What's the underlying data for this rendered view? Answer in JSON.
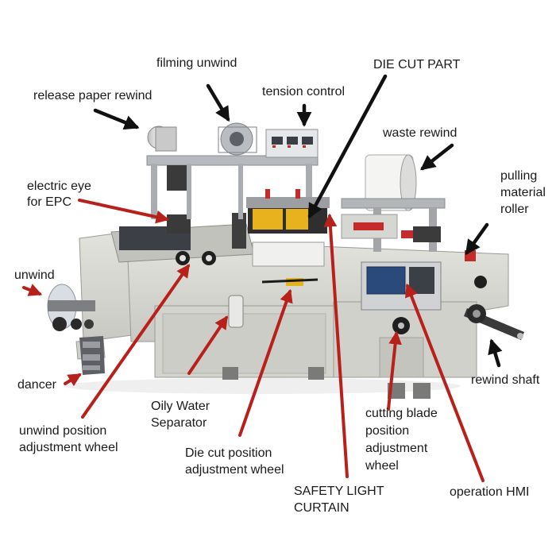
{
  "labels": {
    "filming_unwind": "filming unwind",
    "die_cut_part": "DIE CUT PART",
    "release_paper_rewind": "release paper rewind",
    "tension_control": "tension control",
    "waste_rewind": "waste rewind",
    "electric_eye_line1": "electric eye",
    "electric_eye_line2": "for EPC",
    "pulling_line1": "pulling",
    "pulling_line2": "material",
    "pulling_line3": "roller",
    "unwind": "unwind",
    "dancer": "dancer",
    "rewind_shaft": "rewind shaft",
    "oily_line1": "Oily Water",
    "oily_line2": "Separator",
    "unwind_pos_line1": "unwind position",
    "unwind_pos_line2": "adjustment wheel",
    "cutting_line1": "cutting blade",
    "cutting_line2": "position",
    "cutting_line3": "adjustment",
    "cutting_line4": "wheel",
    "diecut_pos_line1": "Die cut position",
    "diecut_pos_line2": "adjustment wheel",
    "safety_line1": "SAFETY LIGHT",
    "safety_line2": "CURTAIN",
    "operation_hmi": "operation HMI"
  },
  "colors": {
    "black_arrow": "#111111",
    "red_arrow": "#b8201c",
    "machine_body": "#d9d9d4",
    "machine_shadow": "#a9a9a4",
    "accent_yellow": "#e8b21e",
    "accent_red": "#c62b2b",
    "hmi_blue": "#2a4a7c"
  }
}
